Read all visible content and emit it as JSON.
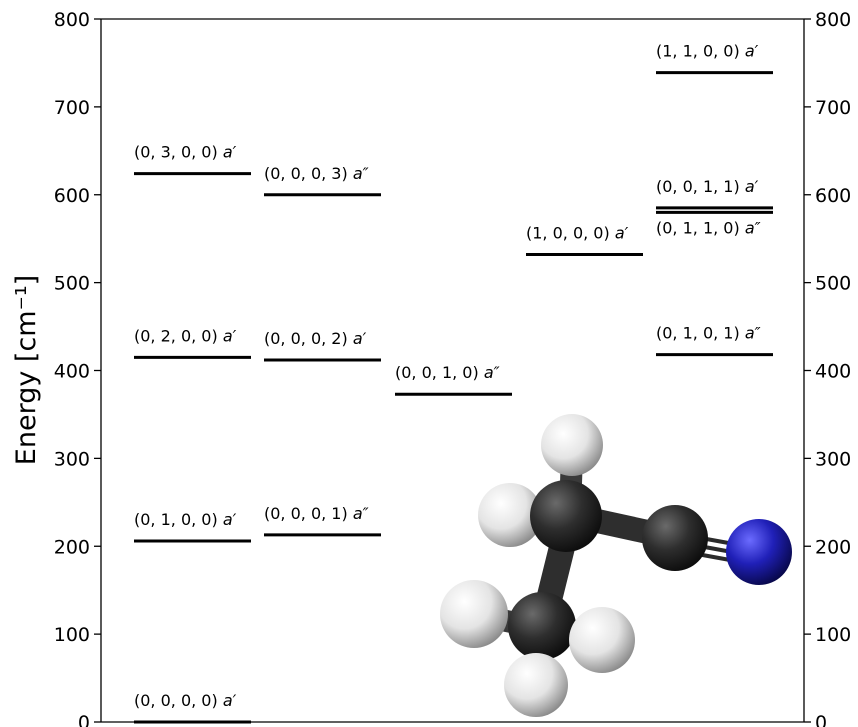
{
  "chart_data": {
    "type": "energy-level-diagram",
    "ylabel": "Energy [cm⁻¹]",
    "ylim": [
      0,
      800
    ],
    "yticks": [
      0,
      100,
      200,
      300,
      400,
      500,
      600,
      700,
      800
    ],
    "ytick_labels": [
      "0",
      "100",
      "200",
      "300",
      "400",
      "500",
      "600",
      "700",
      "800"
    ],
    "secondary_y_axis": true,
    "grid": false,
    "columns": 5,
    "levels": [
      {
        "column": 0,
        "energy": 0,
        "label": "(0, 0, 0, 0)",
        "symmetry": "a′"
      },
      {
        "column": 0,
        "energy": 206,
        "label": "(0, 1, 0, 0)",
        "symmetry": "a′"
      },
      {
        "column": 0,
        "energy": 415,
        "label": "(0, 2, 0, 0)",
        "symmetry": "a′"
      },
      {
        "column": 0,
        "energy": 624,
        "label": "(0, 3, 0, 0)",
        "symmetry": "a′"
      },
      {
        "column": 1,
        "energy": 213,
        "label": "(0, 0, 0, 1)",
        "symmetry": "a″"
      },
      {
        "column": 1,
        "energy": 412,
        "label": "(0, 0, 0, 2)",
        "symmetry": "a′"
      },
      {
        "column": 1,
        "energy": 600,
        "label": "(0, 0, 0, 3)",
        "symmetry": "a″"
      },
      {
        "column": 2,
        "energy": 373,
        "label": "(0, 0, 1, 0)",
        "symmetry": "a″"
      },
      {
        "column": 3,
        "energy": 532,
        "label": "(1, 0, 0, 0)",
        "symmetry": "a′"
      },
      {
        "column": 4,
        "energy": 418,
        "label": "(0, 1, 0, 1)",
        "symmetry": "a″"
      },
      {
        "column": 4,
        "energy": 580,
        "label": "(0, 1, 1, 0)",
        "symmetry": "a″",
        "label_position": "below"
      },
      {
        "column": 4,
        "energy": 585,
        "label": "(0, 0, 1, 1)",
        "symmetry": "a′"
      },
      {
        "column": 4,
        "energy": 739,
        "label": "(1, 1, 0, 0)",
        "symmetry": "a′"
      }
    ],
    "inset": {
      "type": "molecule-ball-and-stick",
      "atom_colors": {
        "carbon": "#2a2a2a",
        "hydrogen": "#e8e8e8",
        "nitrogen": "#1c1ca8"
      }
    }
  }
}
